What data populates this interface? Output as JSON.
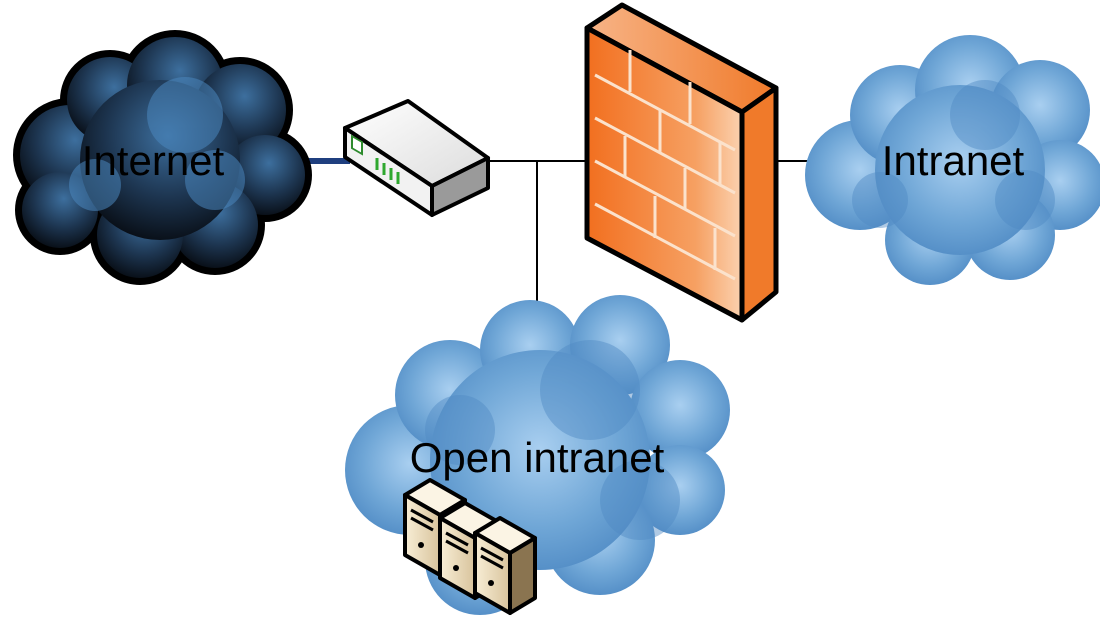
{
  "diagram": {
    "nodes": {
      "internet": {
        "label": "Internet",
        "type": "cloud",
        "style": "dark"
      },
      "router": {
        "label": "",
        "type": "router-icon"
      },
      "firewall": {
        "label": "",
        "type": "firewall-icon"
      },
      "intranet": {
        "label": "Intranet",
        "type": "cloud",
        "style": "light"
      },
      "open_intranet": {
        "label": "Open intranet",
        "type": "cloud",
        "style": "light"
      },
      "servers": {
        "label": "",
        "type": "server-stack-icon",
        "count": 3
      }
    },
    "edges": [
      {
        "from": "internet",
        "to": "router",
        "color": "#1f3f7f"
      },
      {
        "from": "router",
        "to": "firewall",
        "color": "#000000"
      },
      {
        "from": "router",
        "to": "open_intranet",
        "color": "#000000"
      },
      {
        "from": "firewall",
        "to": "intranet",
        "color": "#000000"
      }
    ],
    "colors": {
      "light_cloud": "#6fa6d6",
      "dark_cloud": "#1a2a3c",
      "firewall": "#f48a3a",
      "internet_link": "#1f3f7f"
    }
  }
}
